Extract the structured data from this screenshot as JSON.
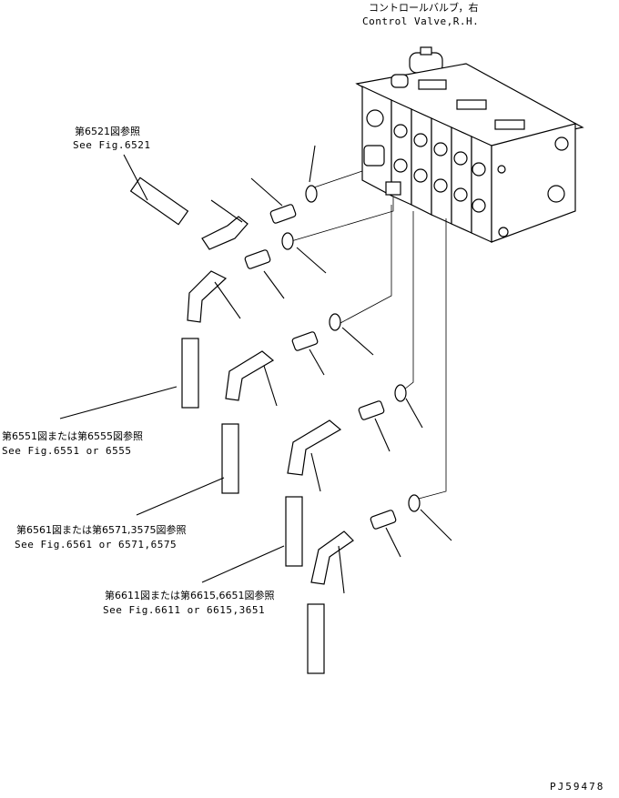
{
  "header": {
    "title_jp": "コントロールバルブ，右",
    "title_en": "Control Valve,R.H."
  },
  "references": [
    {
      "jp": "第6521図参照",
      "en": "See Fig.6521"
    },
    {
      "jp": "第6551図または第6555図参照",
      "en": "See Fig.6551 or 6555"
    },
    {
      "jp": "第6561図または第6571,3575図参照",
      "en": "See Fig.6561 or 6571,6575"
    },
    {
      "jp": "第6611図または第6615,6651図参照",
      "en": "See Fig.6611 or 6615,3651"
    }
  ],
  "footer": {
    "drawing_code": "PJ59478"
  }
}
